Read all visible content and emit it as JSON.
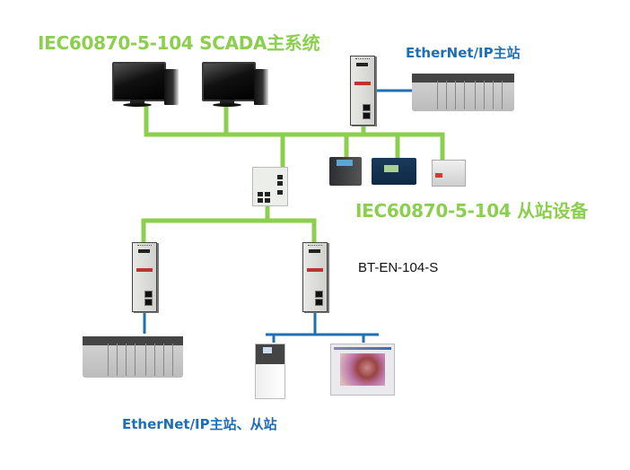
{
  "diagram": {
    "labels": {
      "scada_master": "IEC60870-5-104 SCADA主系统",
      "ethernetip_master": "EtherNet/IP主站",
      "iec104_slaves": "IEC60870-5-104 从站设备",
      "gateway_model": "BT-EN-104-S",
      "ethernetip_master_slave": "EtherNet/IP主站、从站"
    },
    "nodes": [
      {
        "id": "scada-pc-1",
        "type": "computer"
      },
      {
        "id": "scada-pc-2",
        "type": "computer"
      },
      {
        "id": "gateway-top",
        "type": "gateway"
      },
      {
        "id": "plc-top",
        "type": "plc-rack"
      },
      {
        "id": "switch",
        "type": "ethernet-switch"
      },
      {
        "id": "relay-1",
        "type": "protection-relay"
      },
      {
        "id": "relay-2",
        "type": "protection-relay"
      },
      {
        "id": "relay-3",
        "type": "io-device"
      },
      {
        "id": "gateway-left",
        "type": "gateway"
      },
      {
        "id": "gateway-right",
        "type": "gateway"
      },
      {
        "id": "plc-bottom",
        "type": "plc-rack"
      },
      {
        "id": "vfd",
        "type": "drive"
      },
      {
        "id": "hmi",
        "type": "hmi-panel"
      }
    ],
    "colors": {
      "iec104_network": "#8ccf4f",
      "ethernetip_network": "#1f6fb5",
      "label_green": "#8ccf4f",
      "label_blue": "#1f6fb5"
    }
  }
}
